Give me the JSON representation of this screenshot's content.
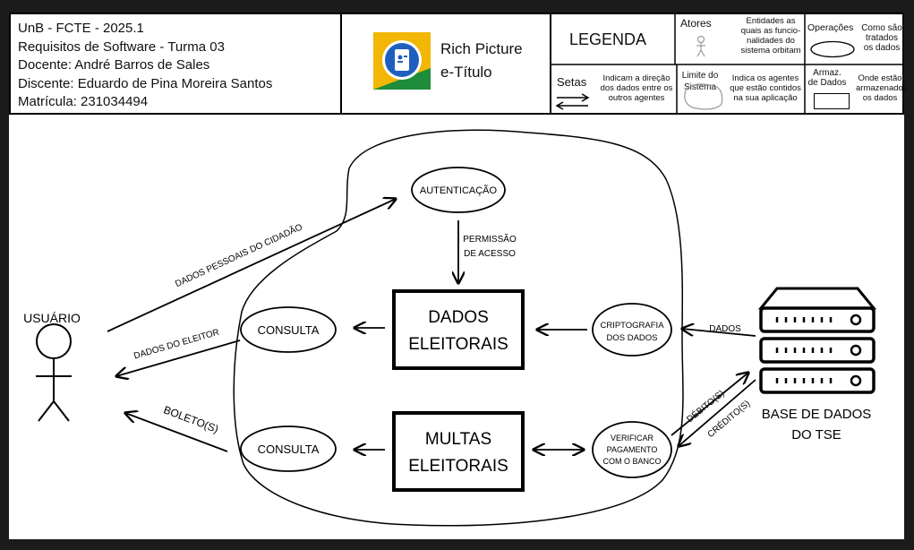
{
  "header": {
    "info_lines": [
      "UnB - FCTE - 2025.1",
      "Requisitos de Software - Turma 03",
      "Docente: André Barros de Sales",
      "Discente: Eduardo de Pina Moreira Santos",
      "Matrícula: 231034494"
    ],
    "title_line1": "Rich Picture",
    "title_line2": "e-Título"
  },
  "legend": {
    "title": "LEGENDA",
    "atores_label": "Atores",
    "atores_desc": "Entidades as quais as funcio-nalidades do sistema orbitam",
    "operacoes_label": "Operações",
    "operacoes_desc": "Como são tratados os dados",
    "setas_label": "Setas",
    "setas_desc": "Indicam a direção dos dados entre os outros agentes",
    "limite_label": "Limite do Sistema",
    "limite_desc": "Indica os agentes que estão contidos na sua aplicação",
    "armaz_label": "Armaz. de Dados",
    "armaz_desc": "Onde estão armazenados os dados"
  },
  "diagram": {
    "actor_label": "USUÁRIO",
    "autenticacao": "AUTENTICAÇÃO",
    "permissao_line1": "PERMISSÃO",
    "permissao_line2": "DE ACESSO",
    "consulta_top": "CONSULTA",
    "consulta_bottom": "CONSULTA",
    "dados_eleitorais_line1": "DADOS",
    "dados_eleitorais_line2": "ELEITORAIS",
    "multas_line1": "MULTAS",
    "multas_line2": "ELEITORAIS",
    "cripto_line1": "CRIPTOGRAFIA",
    "cripto_line2": "DOS DADOS",
    "verificar_line1": "VERIFICAR",
    "verificar_line2": "PAGAMENTO",
    "verificar_line3": "COM O BANCO",
    "db_line1": "BASE DE DADOS",
    "db_line2": "DO TSE",
    "arrow_dados_pessoais": "DADOS PESSOAIS DO CIDADÃO",
    "arrow_dados_eleitor": "DADOS DO ELEITOR",
    "arrow_boleto": "BOLETO(S)",
    "arrow_dados": "DADOS",
    "arrow_debito": "DÉBITO(S)",
    "arrow_credito": "CRÉDITO(S)"
  }
}
